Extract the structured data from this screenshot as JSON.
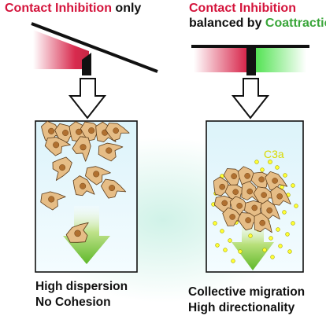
{
  "left_panel": {
    "title_part1": "Contact Inhibition",
    "title_part2": " only",
    "caption_line1": "High dispersion",
    "caption_line2": "No Cohesion"
  },
  "right_panel": {
    "title_line1": "Contact Inhibition",
    "title_line2_part1": "balanced by ",
    "title_line2_part2": "Coattraction",
    "chemo_label": "C3a",
    "caption_line1": "Collective migration",
    "caption_line2": "High directionality"
  },
  "colors": {
    "contact_inhibition": "#d4133b",
    "coattraction": "#3aa63a",
    "cell_fill": "#e6bd86",
    "nucleus": "#b07030",
    "chemoattractant": "#ffff33",
    "arrow_green": "#7cc43a"
  }
}
